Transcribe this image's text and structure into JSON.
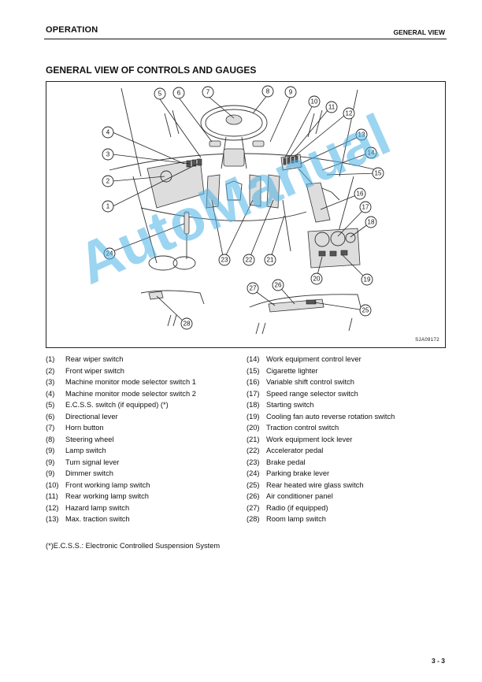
{
  "header": {
    "section": "OPERATION",
    "topic": "GENERAL VIEW"
  },
  "title": "GENERAL VIEW OF CONTROLS AND GAUGES",
  "figure": {
    "code": "SJA09172",
    "callouts": [
      "1",
      "2",
      "3",
      "4",
      "5",
      "6",
      "7",
      "8",
      "9",
      "10",
      "11",
      "12",
      "13",
      "14",
      "15",
      "16",
      "17",
      "18",
      "19",
      "20",
      "21",
      "22",
      "23",
      "24",
      "25",
      "26",
      "27",
      "28"
    ]
  },
  "legend": {
    "left": [
      {
        "num": "(1)",
        "label": "Rear wiper switch"
      },
      {
        "num": "(2)",
        "label": "Front wiper switch"
      },
      {
        "num": "(3)",
        "label": "Machine monitor mode selector switch 1"
      },
      {
        "num": "(4)",
        "label": "Machine monitor mode selector switch 2"
      },
      {
        "num": "(5)",
        "label": "E.C.S.S. switch (if equipped) (*)"
      },
      {
        "num": "(6)",
        "label": "Directional lever"
      },
      {
        "num": "(7)",
        "label": "Horn button"
      },
      {
        "num": "(8)",
        "label": "Steering wheel"
      },
      {
        "num": "(9)",
        "label": "Lamp switch"
      },
      {
        "num": "(9)",
        "label": "Turn signal lever"
      },
      {
        "num": "(9)",
        "label": "Dimmer switch"
      },
      {
        "num": "(10)",
        "label": "Front working lamp switch"
      },
      {
        "num": "(11)",
        "label": "Rear working lamp switch"
      },
      {
        "num": "(12)",
        "label": "Hazard lamp switch"
      },
      {
        "num": "(13)",
        "label": "Max. traction switch"
      }
    ],
    "right": [
      {
        "num": "(14)",
        "label": "Work equipment control lever"
      },
      {
        "num": "(15)",
        "label": "Cigarette lighter"
      },
      {
        "num": "(16)",
        "label": "Variable shift control switch"
      },
      {
        "num": "(17)",
        "label": "Speed range selector switch"
      },
      {
        "num": "(18)",
        "label": "Starting switch"
      },
      {
        "num": "(19)",
        "label": "Cooling fan auto reverse rotation switch"
      },
      {
        "num": "(20)",
        "label": "Traction control switch"
      },
      {
        "num": "(21)",
        "label": "Work equipment lock lever"
      },
      {
        "num": "(22)",
        "label": "Accelerator pedal"
      },
      {
        "num": "(23)",
        "label": "Brake pedal"
      },
      {
        "num": "(24)",
        "label": "Parking brake lever"
      },
      {
        "num": "(25)",
        "label": "Rear heated wire glass switch"
      },
      {
        "num": "(26)",
        "label": "Air conditioner panel"
      },
      {
        "num": "(27)",
        "label": "Radio (if equipped)"
      },
      {
        "num": "(28)",
        "label": "Room lamp switch"
      }
    ]
  },
  "footnote": "(*)E.C.S.S.: Electronic Controlled Suspension System",
  "page_number": "3 - 3",
  "watermark": "AutoManual"
}
